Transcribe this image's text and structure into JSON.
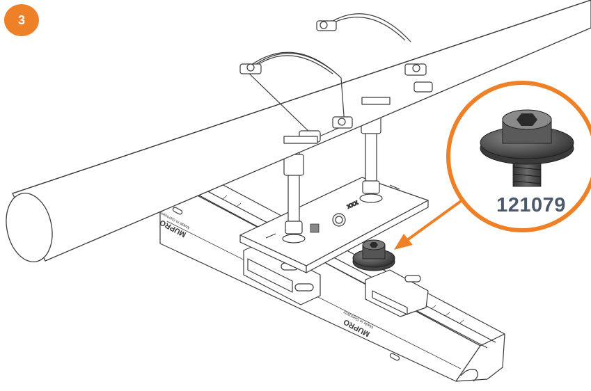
{
  "step": {
    "number": "3"
  },
  "callout": {
    "part_number": "121079"
  },
  "labels": {
    "plate_marking": "xxx",
    "rail_brand": "MUPRO",
    "rail_origin": "Made in Germany"
  },
  "colors": {
    "accent": "#EE8128",
    "part_number_text": "#4a5a6a",
    "line": "#3a3a3a",
    "screw": "#555555"
  },
  "icons": {
    "step_badge": "circle-badge",
    "callout": "magnified-screw-detail",
    "pointer": "arrow-icon"
  }
}
